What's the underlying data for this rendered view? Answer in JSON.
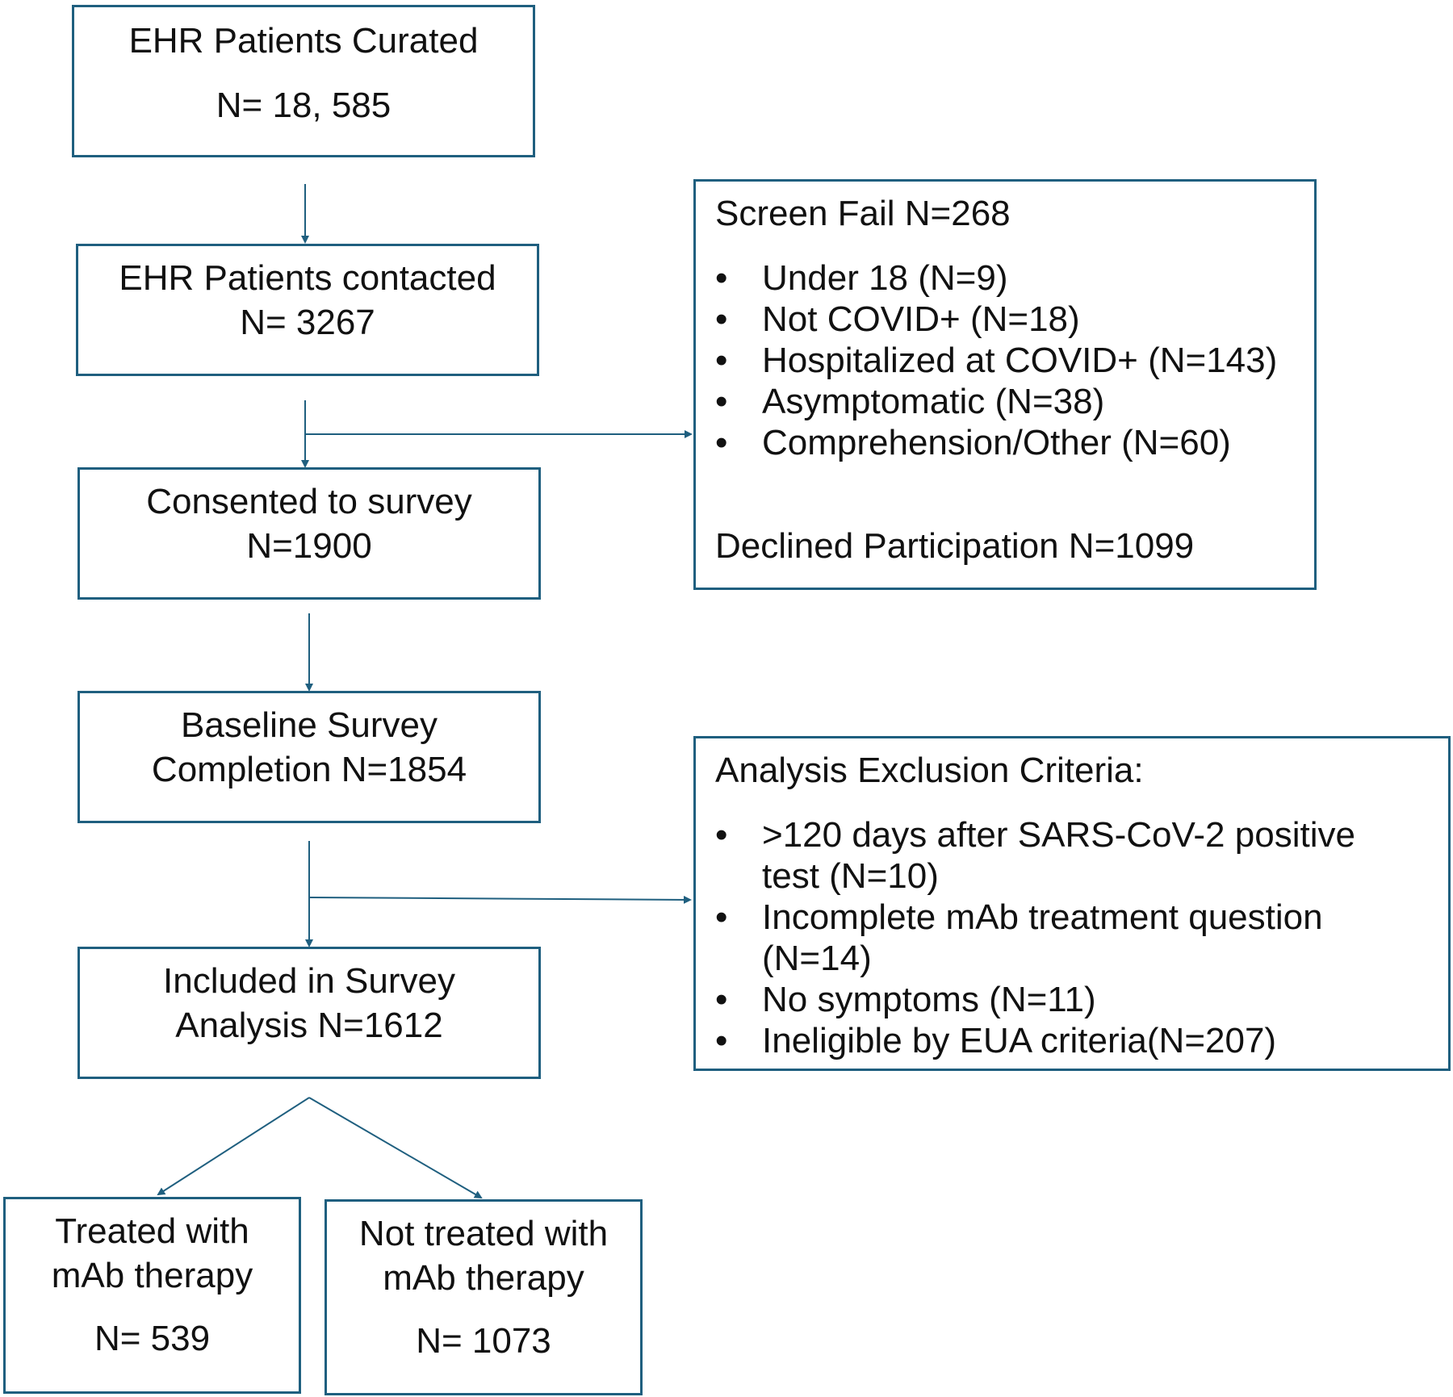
{
  "colors": {
    "box_border": "#1f5f7f",
    "connector": "#1f5f7f",
    "text": "#111111"
  },
  "boxes": {
    "curated": {
      "title": "EHR Patients Curated",
      "count": "N= 18, 585"
    },
    "contacted": {
      "title": "EHR Patients contacted",
      "count": "N= 3267"
    },
    "consented": {
      "title": "Consented to survey",
      "count": "N=1900"
    },
    "baseline": {
      "line1": "Baseline Survey",
      "line2": "Completion N=1854"
    },
    "included": {
      "line1": "Included in Survey",
      "line2": "Analysis N=1612"
    },
    "treated": {
      "line1": "Treated with",
      "line2": "mAb therapy",
      "count": "N= 539"
    },
    "not_treated": {
      "line1": "Not treated with",
      "line2": "mAb therapy",
      "count": "N= 1073"
    }
  },
  "screen_fail": {
    "heading": "Screen Fail N=268",
    "bullet": "•",
    "items": [
      "Under 18 (N=9)",
      "Not COVID+ (N=18)",
      "Hospitalized at COVID+ (N=143)",
      "Asymptomatic (N=38)",
      "Comprehension/Other (N=60)"
    ],
    "declined": "Declined Participation N=1099"
  },
  "exclusion": {
    "heading": "Analysis Exclusion Criteria:",
    "bullet": "•",
    "items": [
      ">120 days after SARS-CoV-2 positive test (N=10)",
      "Incomplete mAb treatment question (N=14)",
      "No symptoms (N=11)",
      "Ineligible by EUA criteria(N=207)"
    ]
  }
}
